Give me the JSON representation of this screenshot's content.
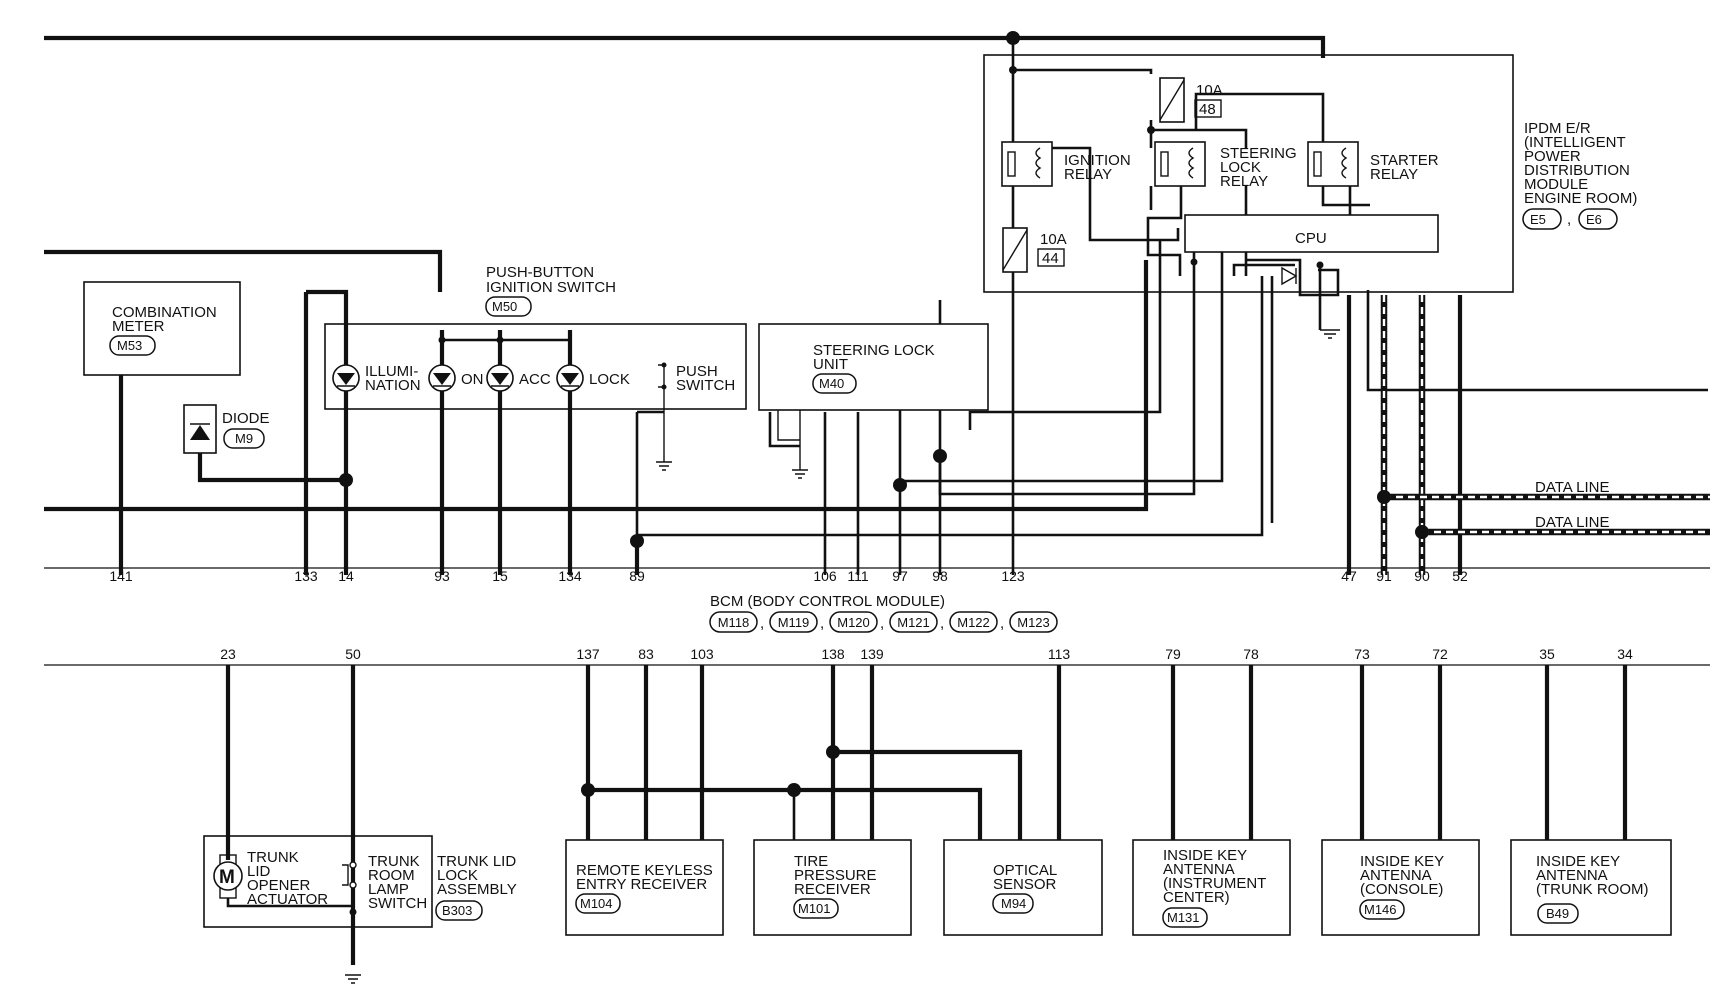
{
  "ipdm": {
    "title_lines": [
      "IPDM E/R",
      "(INTELLIGENT",
      "POWER",
      "DISTRIBUTION",
      "MODULE",
      "ENGINE ROOM)"
    ],
    "connectors": [
      "E5",
      "E6"
    ],
    "connector_sep": ",",
    "fuse_top": {
      "rating": "10A",
      "number": "48"
    },
    "fuse_low": {
      "rating": "10A",
      "number": "44"
    },
    "ignition_relay": [
      "IGNITION",
      "RELAY"
    ],
    "steering_lock_relay": [
      "STEERING",
      "LOCK",
      "RELAY"
    ],
    "starter_relay": [
      "STARTER",
      "RELAY"
    ],
    "cpu": "CPU"
  },
  "push_switch": {
    "title_lines": [
      "PUSH-BUTTON",
      "IGNITION SWITCH"
    ],
    "connector": "M50",
    "illumination": [
      "ILLUMI-",
      "NATION"
    ],
    "on": "ON",
    "acc": "ACC",
    "lock": "LOCK",
    "push": [
      "PUSH",
      "SWITCH"
    ]
  },
  "combination_meter": {
    "lines": [
      "COMBINATION",
      "METER"
    ],
    "connector": "M53"
  },
  "diode": {
    "label": "DIODE",
    "connector": "M9"
  },
  "steering_lock_unit": {
    "lines": [
      "STEERING LOCK",
      "UNIT"
    ],
    "connector": "M40"
  },
  "data_lines": [
    "DATA LINE",
    "DATA LINE"
  ],
  "bcm": {
    "title": "BCM (BODY CONTROL MODULE)",
    "connectors": [
      "M118",
      "M119",
      "M120",
      "M121",
      "M122",
      "M123"
    ],
    "sep": ",",
    "top_pins": [
      "141",
      "133",
      "14",
      "93",
      "15",
      "134",
      "89",
      "106",
      "111",
      "97",
      "98",
      "123",
      "47",
      "91",
      "90",
      "52"
    ],
    "bottom_pins": [
      "23",
      "50",
      "137",
      "83",
      "103",
      "138",
      "139",
      "113",
      "79",
      "78",
      "73",
      "72",
      "35",
      "34"
    ]
  },
  "trunk": {
    "actuator": [
      "TRUNK",
      "LID",
      "OPENER",
      "ACTUATOR"
    ],
    "motor": "M",
    "lamp_switch": [
      "TRUNK",
      "ROOM",
      "LAMP",
      "SWITCH"
    ],
    "assembly": [
      "TRUNK LID",
      "LOCK",
      "ASSEMBLY"
    ],
    "connector": "B303"
  },
  "remote_keyless": {
    "lines": [
      "REMOTE KEYLESS",
      "ENTRY RECEIVER"
    ],
    "connector": "M104"
  },
  "tire_pressure": {
    "lines": [
      "TIRE",
      "PRESSURE",
      "RECEIVER"
    ],
    "connector": "M101"
  },
  "optical": {
    "lines": [
      "OPTICAL",
      "SENSOR"
    ],
    "connector": "M94"
  },
  "antenna_ic": {
    "lines": [
      "INSIDE KEY",
      "ANTENNA",
      "(INSTRUMENT",
      "CENTER)"
    ],
    "connector": "M131"
  },
  "antenna_console": {
    "lines": [
      "INSIDE KEY",
      "ANTENNA",
      "(CONSOLE)"
    ],
    "connector": "M146"
  },
  "antenna_trunk": {
    "lines": [
      "INSIDE KEY",
      "ANTENNA",
      "(TRUNK ROOM)"
    ],
    "connector": "B49"
  }
}
